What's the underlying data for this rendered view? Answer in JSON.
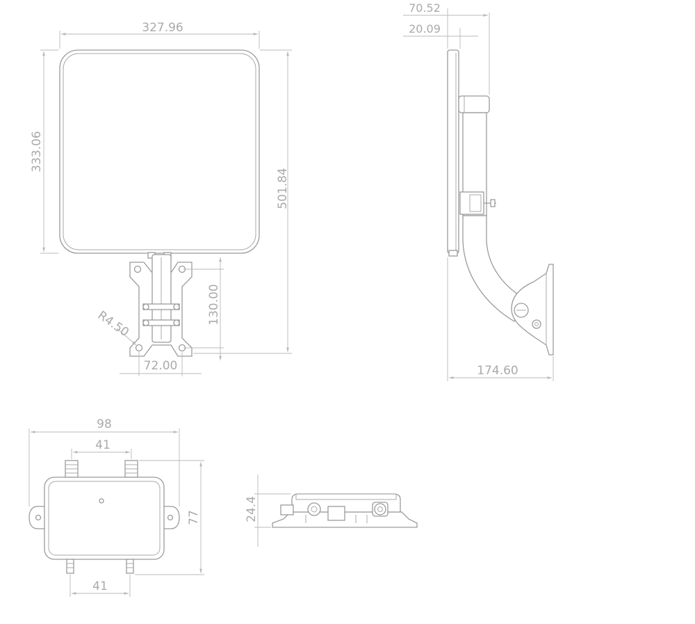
{
  "dimensions": {
    "front_width": "327.96",
    "panel_height": "333.06",
    "total_height": "501.84",
    "bracket_height": "130.00",
    "hole_spacing": "72.00",
    "hole_radius": "R4.50",
    "side_depth": "70.52",
    "side_panel_depth": "20.09",
    "side_total_depth": "174.60",
    "box_width": "98",
    "box_top_spacing": "41",
    "box_bottom_spacing": "41",
    "box_height": "77",
    "box_thickness": "24.4"
  },
  "colors": {
    "line": "#9a9a9a",
    "dimension": "#b8b8b8",
    "text": "#aaaaaa",
    "background": "#ffffff"
  }
}
